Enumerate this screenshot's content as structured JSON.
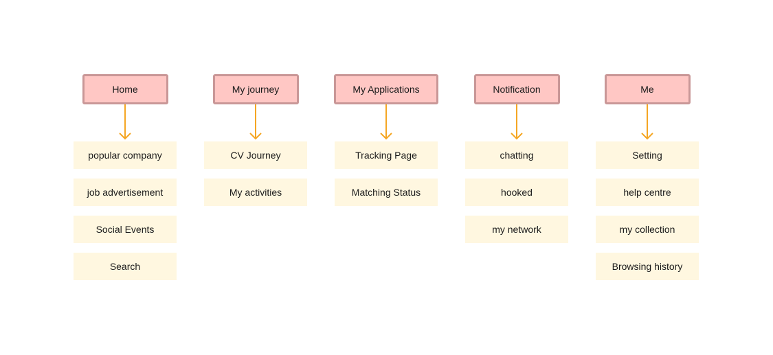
{
  "columns": [
    {
      "header": "Home",
      "items": [
        "popular company",
        "job advertisement",
        "Social Events",
        "Search"
      ]
    },
    {
      "header": "My journey",
      "items": [
        "CV Journey",
        "My activities"
      ]
    },
    {
      "header": "My Applications",
      "items": [
        "Tracking Page",
        "Matching Status"
      ]
    },
    {
      "header": "Notification",
      "items": [
        "chatting",
        "hooked",
        "my network"
      ]
    },
    {
      "header": "Me",
      "items": [
        "Setting",
        "help centre",
        "my collection",
        "Browsing history"
      ]
    }
  ],
  "colors": {
    "header_fill": "#ffc7c4",
    "header_border": "#c99797",
    "item_fill": "#fff7e0",
    "arrow": "#f5a623"
  }
}
